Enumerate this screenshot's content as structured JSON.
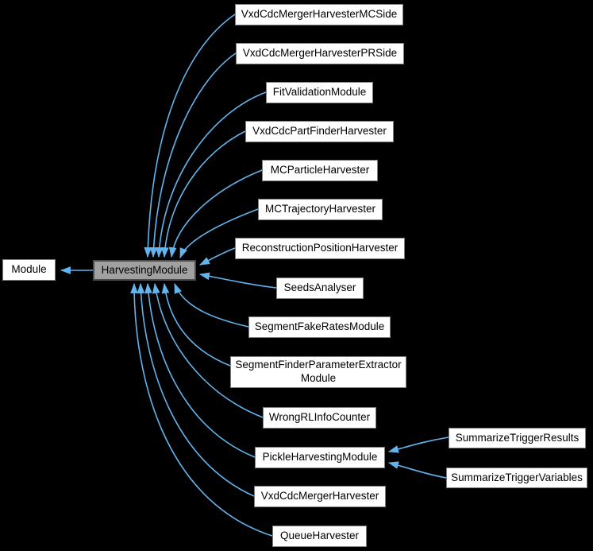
{
  "diagram": {
    "kind": "class-inheritance-graph",
    "colors": {
      "background": "#000000",
      "node_fill": "#ffffff",
      "node_border": "#7e7e7e",
      "focus_node_fill": "#a1a1a1",
      "focus_node_border": "#4c4c4c",
      "edge": "#63b4ec",
      "text": "#000000"
    }
  },
  "graph": {
    "base": {
      "label": "Module"
    },
    "focus": {
      "label": "HarvestingModule"
    },
    "derived": [
      {
        "label": "VxdCdcMergerHarvesterMCSide"
      },
      {
        "label": "VxdCdcMergerHarvesterPRSide"
      },
      {
        "label": "FitValidationModule"
      },
      {
        "label": "VxdCdcPartFinderHarvester"
      },
      {
        "label": "MCParticleHarvester"
      },
      {
        "label": "MCTrajectoryHarvester"
      },
      {
        "label": "ReconstructionPositionHarvester"
      },
      {
        "label": "SeedsAnalyser"
      },
      {
        "label": "SegmentFakeRatesModule"
      },
      {
        "label": "SegmentFinderParameterExtractorModule",
        "lines": [
          "SegmentFinderParameterExtractor",
          "Module"
        ]
      },
      {
        "label": "WrongRLInfoCounter"
      },
      {
        "label": "PickleHarvestingModule"
      },
      {
        "label": "VxdCdcMergerHarvester"
      },
      {
        "label": "QueueHarvester"
      }
    ],
    "pickle_derived": [
      {
        "label": "SummarizeTriggerResults"
      },
      {
        "label": "SummarizeTriggerVariables"
      }
    ]
  }
}
